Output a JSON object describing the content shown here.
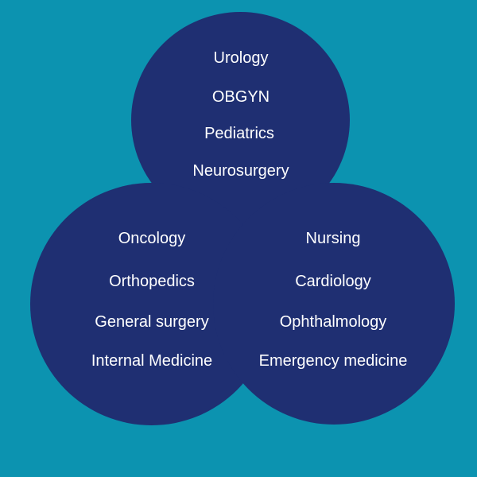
{
  "colors": {
    "background": "#0C93B0",
    "circle_fill": "#1F2F72",
    "overlap_fill": "#243376",
    "text": "#FFFFFF"
  },
  "circles": {
    "top": {
      "items": [
        "Urology",
        "OBGYN",
        "Pediatrics",
        "Neurosurgery"
      ]
    },
    "left": {
      "items": [
        "Oncology",
        "Orthopedics",
        "General surgery",
        "Internal Medicine"
      ]
    },
    "right": {
      "items": [
        "Nursing",
        "Cardiology",
        "Ophthalmology",
        "Emergency medicine"
      ]
    }
  }
}
